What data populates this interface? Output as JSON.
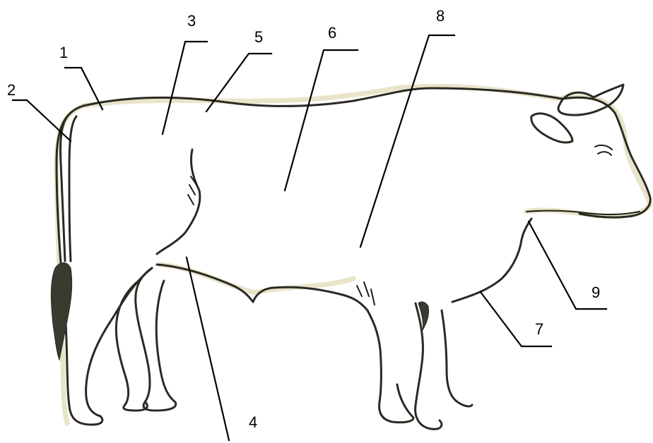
{
  "labels": {
    "l1": "1",
    "l2": "2",
    "l3": "3",
    "l4": "4",
    "l5": "5",
    "l6": "6",
    "l7": "7",
    "l8": "8",
    "l9": "9"
  },
  "colors": {
    "ink": "#2a2a22",
    "halo": "#e4dfbf",
    "leader": "#000000",
    "background": "#ffffff"
  }
}
